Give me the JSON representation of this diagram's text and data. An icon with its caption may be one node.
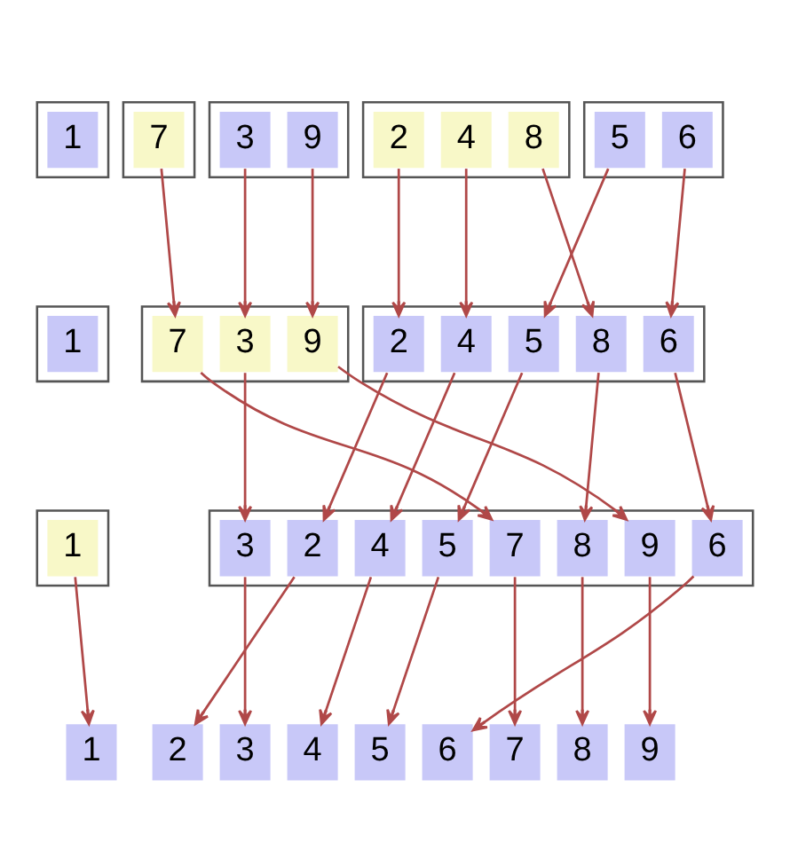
{
  "diagram": {
    "nodes": [
      {
        "text": [],
        "shape": "box"
      },
      {
        "text": [
          "5"
        ],
        "in": 0
      },
      {
        "text": [
          "6"
        ],
        "in": 0
      },
      {
        "text": [],
        "shape": "box"
      },
      {
        "text": [
          "2"
        ],
        "in": 3
      },
      {
        "text": [
          "4"
        ],
        "in": 3
      },
      {
        "text": [
          "8"
        ],
        "in": 3
      },
      {
        "text": [],
        "shape": "box"
      },
      {
        "text": [
          "3"
        ],
        "in": 7
      },
      {
        "text": [
          "9"
        ],
        "in": 7
      },
      {
        "text": [],
        "shape": "box"
      },
      {
        "text": [
          "7"
        ],
        "in": 10
      },
      {
        "text": [],
        "shape": "box"
      },
      {
        "text": [
          "1"
        ],
        "in": 12
      },
      {
        "text": [],
        "shape": "box"
      },
      {
        "text": [
          "2"
        ],
        "in": 14
      },
      {
        "text": [
          "4"
        ],
        "in": 14
      },
      {
        "text": [
          "5"
        ],
        "in": 14
      },
      {
        "text": [
          "6"
        ],
        "in": 14
      },
      {
        "text": [
          "8"
        ],
        "in": 14
      },
      {
        "text": [],
        "shape": "box"
      },
      {
        "text": [
          "3"
        ],
        "in": 20
      },
      {
        "text": [
          "7"
        ],
        "in": 20
      },
      {
        "text": [
          "9"
        ],
        "in": 20
      },
      {
        "text": [],
        "shape": "box"
      },
      {
        "text": [
          "1"
        ],
        "in": 24
      },
      {
        "text": [],
        "shape": "box"
      },
      {
        "text": [
          "2"
        ],
        "in": 26
      },
      {
        "text": [
          "3"
        ],
        "in": 26
      },
      {
        "text": [
          "4"
        ],
        "in": 26
      },
      {
        "text": [
          "5"
        ],
        "in": 26
      },
      {
        "text": [
          "6"
        ],
        "in": 26
      },
      {
        "text": [
          "7"
        ],
        "in": 26
      },
      {
        "text": [
          "8"
        ],
        "in": 26
      },
      {
        "text": [
          "9"
        ],
        "in": 26
      },
      {
        "text": [],
        "shape": "box"
      },
      {
        "text": [
          "1"
        ],
        "in": 35
      },
      {
        "text": [
          "1"
        ]
      },
      {
        "text": [
          "2"
        ]
      },
      {
        "text": [
          "3"
        ]
      },
      {
        "text": [
          "4"
        ]
      },
      {
        "text": [
          "5"
        ]
      },
      {
        "text": [
          "6"
        ]
      },
      {
        "text": [
          "7"
        ]
      },
      {
        "text": [
          "8"
        ]
      },
      {
        "text": [
          "9"
        ]
      }
    ],
    "edges": [
      {
        "from": 1,
        "to": 17,
        "arrow": "to"
      },
      {
        "from": 2,
        "to": 18,
        "arrow": "to"
      },
      {
        "from": 4,
        "to": 15,
        "arrow": "to"
      },
      {
        "from": 5,
        "to": 16,
        "arrow": "to"
      },
      {
        "from": 6,
        "to": 19,
        "arrow": "to"
      },
      {
        "from": 8,
        "to": 21,
        "arrow": "to"
      },
      {
        "from": 9,
        "to": 23,
        "arrow": "to"
      },
      {
        "from": 11,
        "to": 22,
        "arrow": "to"
      },
      {
        "from": 15,
        "to": 27,
        "arrow": "to"
      },
      {
        "from": 16,
        "to": 29,
        "arrow": "to"
      },
      {
        "from": 17,
        "to": 30,
        "arrow": "to"
      },
      {
        "from": 18,
        "to": 31,
        "arrow": "to"
      },
      {
        "from": 19,
        "to": 33,
        "arrow": "to"
      },
      {
        "from": 21,
        "to": 28,
        "arrow": "to"
      },
      {
        "from": 22,
        "to": 32,
        "arrow": "to"
      },
      {
        "from": 23,
        "to": 34,
        "arrow": "to"
      },
      {
        "from": 27,
        "to": 38,
        "arrow": "to"
      },
      {
        "from": 28,
        "to": 39,
        "arrow": "to"
      },
      {
        "from": 29,
        "to": 40,
        "arrow": "to"
      },
      {
        "from": 30,
        "to": 41,
        "arrow": "to"
      },
      {
        "from": 31,
        "to": 42,
        "arrow": "to"
      },
      {
        "from": 32,
        "to": 43,
        "arrow": "to"
      },
      {
        "from": 33,
        "to": 44,
        "arrow": "to"
      },
      {
        "from": 34,
        "to": 45,
        "arrow": "to"
      },
      {
        "from": 36,
        "to": 37,
        "arrow": "to"
      }
    ]
  }
}
